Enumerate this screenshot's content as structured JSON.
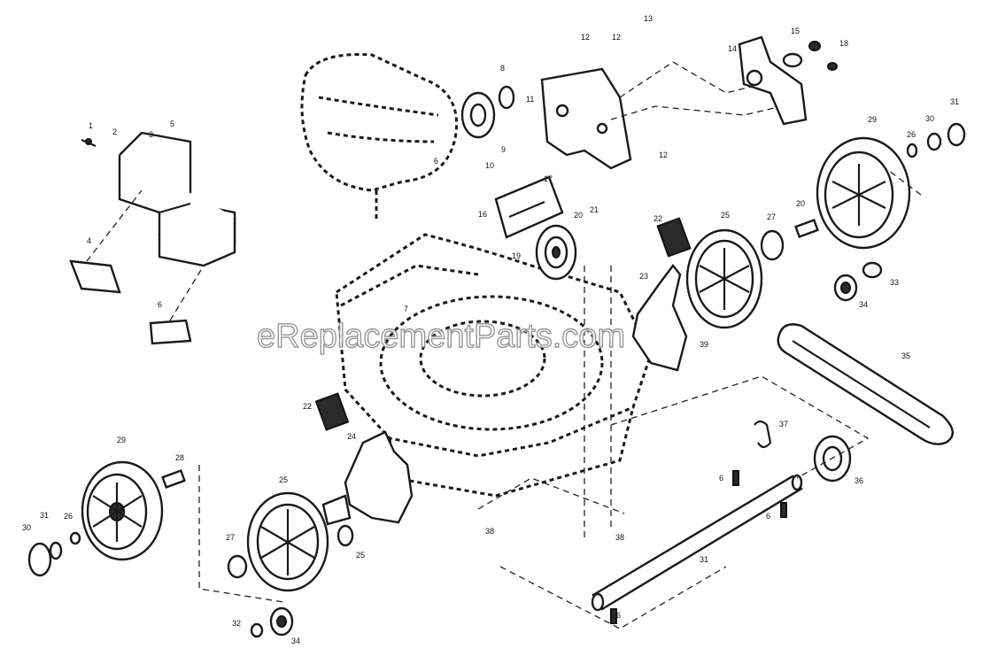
{
  "watermark": "eReplacementParts.com",
  "callouts": [
    "1",
    "2",
    "3",
    "4",
    "5",
    "6",
    "7",
    "8",
    "9",
    "10",
    "11",
    "12",
    "13",
    "14",
    "15",
    "16",
    "17",
    "18",
    "19",
    "20",
    "21",
    "22",
    "23",
    "24",
    "25",
    "26",
    "27",
    "28",
    "29",
    "30",
    "31",
    "32",
    "33",
    "34",
    "35",
    "36",
    "37",
    "38",
    "39"
  ]
}
